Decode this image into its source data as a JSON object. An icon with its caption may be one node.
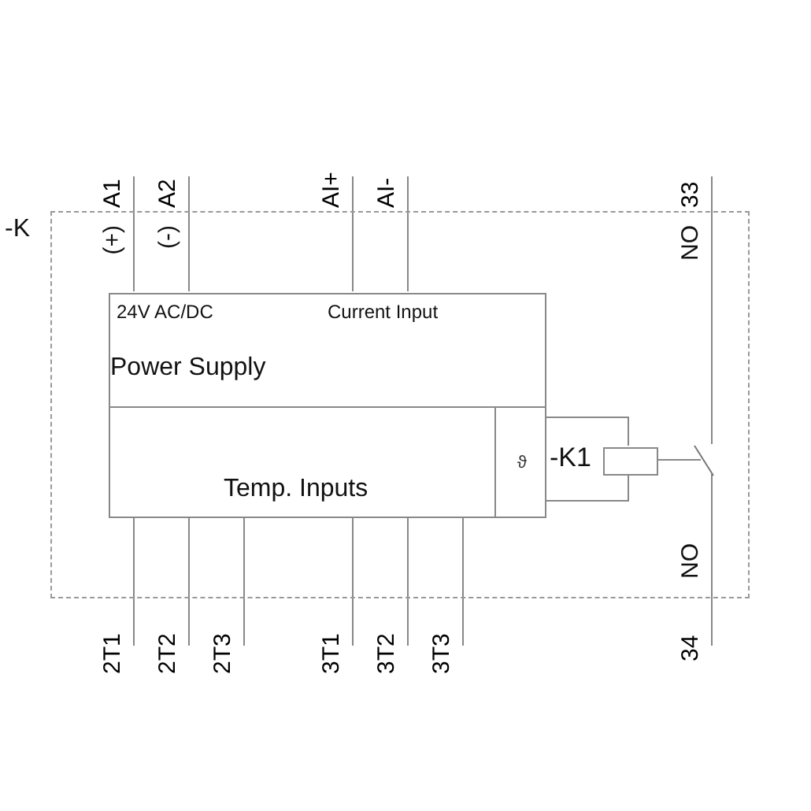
{
  "diagram": {
    "nodes": [
      {
        "text": [
          "-K"
        ]
      },
      {
        "text": [
          "24V AC/DC",
          "Current Input",
          "Power Supply"
        ],
        "in": 0
      },
      {
        "text": [
          "Temp. Inputs"
        ],
        "in": 0
      },
      {
        "text": [
          "ϑ"
        ],
        "in": 2
      },
      {
        "text": [],
        "shape": "box",
        "beside": [
          "-K1"
        ],
        "in": 0
      },
      {
        "text": [],
        "shape": "switch",
        "in": 0
      },
      {
        "text": [
          "A1"
        ],
        "beside": [
          "(+)"
        ]
      },
      {
        "text": [
          "A2"
        ],
        "beside": [
          "(-)"
        ]
      },
      {
        "text": [
          "AI+"
        ]
      },
      {
        "text": [
          "AI-"
        ]
      },
      {
        "text": [
          "33"
        ],
        "beside": [
          "NO"
        ]
      },
      {
        "text": [
          "2T1"
        ]
      },
      {
        "text": [
          "2T2"
        ]
      },
      {
        "text": [
          "2T3"
        ]
      },
      {
        "text": [
          "3T1"
        ]
      },
      {
        "text": [
          "3T2"
        ]
      },
      {
        "text": [
          "3T3"
        ]
      },
      {
        "text": [
          "34"
        ],
        "beside": [
          "NO"
        ]
      }
    ],
    "edges": [
      {
        "from": 6,
        "to": 1,
        "arrow": "none"
      },
      {
        "from": 7,
        "to": 1,
        "arrow": "none"
      },
      {
        "from": 8,
        "to": 1,
        "arrow": "none"
      },
      {
        "from": 9,
        "to": 1,
        "arrow": "none"
      },
      {
        "from": 2,
        "to": 11,
        "arrow": "none"
      },
      {
        "from": 2,
        "to": 12,
        "arrow": "none"
      },
      {
        "from": 2,
        "to": 13,
        "arrow": "none"
      },
      {
        "from": 2,
        "to": 14,
        "arrow": "none"
      },
      {
        "from": 2,
        "to": 15,
        "arrow": "none"
      },
      {
        "from": 2,
        "to": 16,
        "arrow": "none"
      },
      {
        "from": 3,
        "to": 4,
        "arrow": "none"
      },
      {
        "from": 3,
        "to": 4,
        "arrow": "none"
      },
      {
        "from": 4,
        "to": 5,
        "arrow": "none"
      },
      {
        "from": 10,
        "to": 5,
        "arrow": "none"
      },
      {
        "from": 5,
        "to": 17,
        "arrow": "none"
      }
    ]
  }
}
